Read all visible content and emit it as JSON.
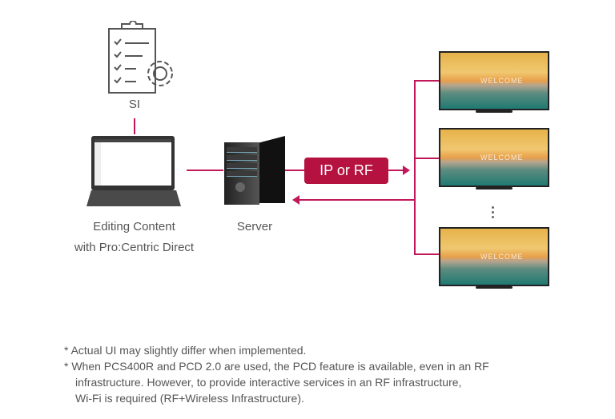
{
  "si": {
    "label": "SI",
    "icon": "clipboard-checklist-gear-icon"
  },
  "laptop": {
    "label_line1": "Editing Content",
    "label_line2": "with Pro:Centric Direct"
  },
  "server": {
    "label": "Server"
  },
  "connection": {
    "label": "IP or RF"
  },
  "tvs": {
    "screen_text": "WELCOME"
  },
  "colors": {
    "accent": "#b5123f",
    "line": "#c2185b"
  },
  "footnotes": [
    "* Actual UI may slightly differ when implemented.",
    "* When PCS400R and PCD 2.0 are used, the PCD feature is available, even in an RF",
    "infrastructure. However, to provide interactive services in an RF infrastructure,",
    "Wi-Fi is required (RF+Wireless Infrastructure)."
  ]
}
